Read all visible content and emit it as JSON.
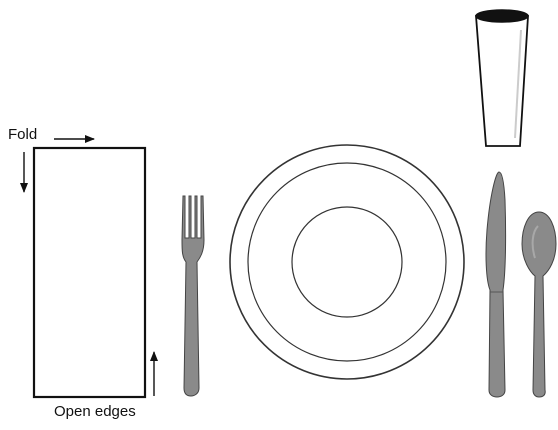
{
  "labels": {
    "fold": "Fold",
    "open_edges": "Open edges"
  },
  "colors": {
    "outline": "#111111",
    "utensil_fill": "#8a8a8a",
    "utensil_stroke": "#444444",
    "plate_line": "#333333",
    "cup_rim": "#111111"
  },
  "icons": {
    "napkin": "napkin-rectangle",
    "fork": "fork-icon",
    "plate": "dinner-plate",
    "knife": "knife-icon",
    "spoon": "spoon-icon",
    "glass": "drinking-glass"
  }
}
